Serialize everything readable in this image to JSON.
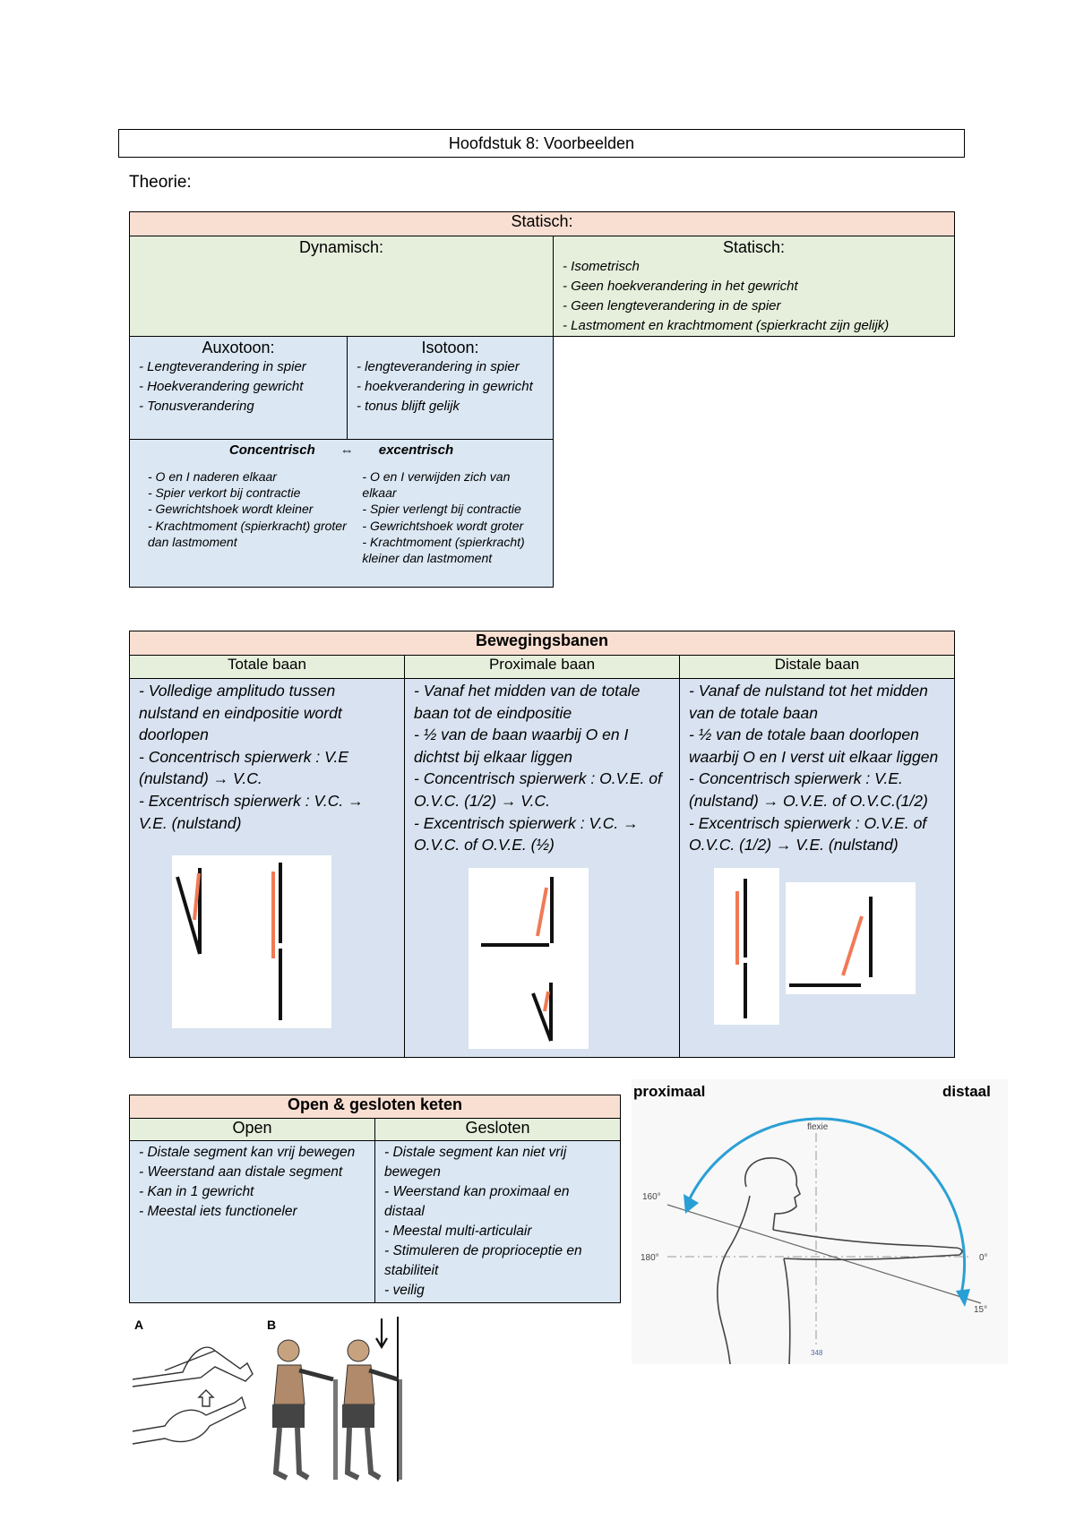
{
  "title": "Hoofdstuk 8: Voorbeelden",
  "section_label": "Theorie:",
  "table1": {
    "header": "Statisch:",
    "dynamisch": "Dynamisch:",
    "statisch": {
      "title": "Statisch:",
      "items": [
        "- Isometrisch",
        "- Geen hoekverandering in het gewricht",
        "- Geen lengteverandering in de spier",
        "- Lastmoment en krachtmoment (spierkracht zijn gelijk)"
      ]
    },
    "auxotoon": {
      "title": "Auxotoon:",
      "items": [
        "- Lengteverandering in spier",
        "- Hoekverandering gewricht",
        "- Tonusverandering"
      ]
    },
    "isotoon": {
      "title": "Isotoon:",
      "items": [
        "- lengteverandering in spier",
        "- hoekverandering in gewricht",
        "- tonus blijft gelijk"
      ]
    },
    "concentrisch_label": "Concentrisch",
    "arrow": "⇔",
    "excentrisch_label": "excentrisch",
    "concentrisch_items": [
      "- O en I naderen elkaar",
      "- Spier verkort bij contractie",
      "- Gewrichtshoek wordt kleiner",
      "- Krachtmoment (spierkracht) groter dan lastmoment"
    ],
    "excentrisch_items": [
      "- O en I verwijden zich van elkaar",
      "-  Spier verlengt bij contractie",
      "- Gewrichtshoek wordt groter",
      "- Krachtmoment (spierkracht) kleiner dan lastmoment"
    ]
  },
  "table2": {
    "header": "Bewegingsbanen",
    "columns": [
      {
        "title": "Totale baan",
        "items": [
          "- Volledige amplitudo tussen nulstand en eindpositie wordt doorlopen",
          "- Concentrisch spierwerk : V.E (nulstand) → V.C.",
          "- Excentrisch spierwerk : V.C. → V.E. (nulstand)"
        ]
      },
      {
        "title": "Proximale baan",
        "items": [
          "- Vanaf het midden van de totale baan tot de eindpositie",
          "- ½ van de baan waarbij O en I dichtst bij elkaar liggen",
          "- Concentrisch spierwerk : O.V.E. of O.V.C. (1/2) → V.C.",
          "- Excentrisch spierwerk : V.C. → O.V.C. of O.V.E. (½)"
        ]
      },
      {
        "title": "Distale baan",
        "items": [
          "- Vanaf de nulstand tot het midden van de totale baan",
          "-  ½ van de totale baan doorlopen waarbij O en I verst uit elkaar liggen",
          "- Concentrisch spierwerk : V.E. (nulstand) → O.V.E. of O.V.C.(1/2)",
          "- Excentrisch spierwerk : O.V.E. of O.V.C. (1/2) → V.E. (nulstand)"
        ]
      }
    ]
  },
  "table3": {
    "header": "Open & gesloten keten",
    "open": {
      "title": "Open",
      "items": [
        "- Distale segment kan vrij bewegen",
        "- Weerstand aan distale segment",
        "- Kan in 1 gewricht",
        "- Meestal iets functioneler"
      ]
    },
    "gesloten": {
      "title": "Gesloten",
      "items": [
        "- Distale segment kan niet vrij bewegen",
        "- Weerstand kan proximaal en distaal",
        "- Meestal multi-articulair",
        "- Stimuleren de proprioceptie en stabiliteit",
        "- veilig"
      ]
    }
  },
  "arm_figure": {
    "label_left": "proximaal",
    "label_right": "distaal",
    "flexie": "flexie",
    "deg160": "160°",
    "deg180": "180°",
    "deg0": "0°",
    "deg15": "15°",
    "page": "348",
    "line_color": "#2a9fd6"
  },
  "knee_figure": {
    "label_a": "A",
    "label_b": "B"
  },
  "colors": {
    "peach": "#f9dfd2",
    "green": "#e6efdc",
    "blue": "#dbe7f3",
    "muscle": "#f07a55"
  }
}
